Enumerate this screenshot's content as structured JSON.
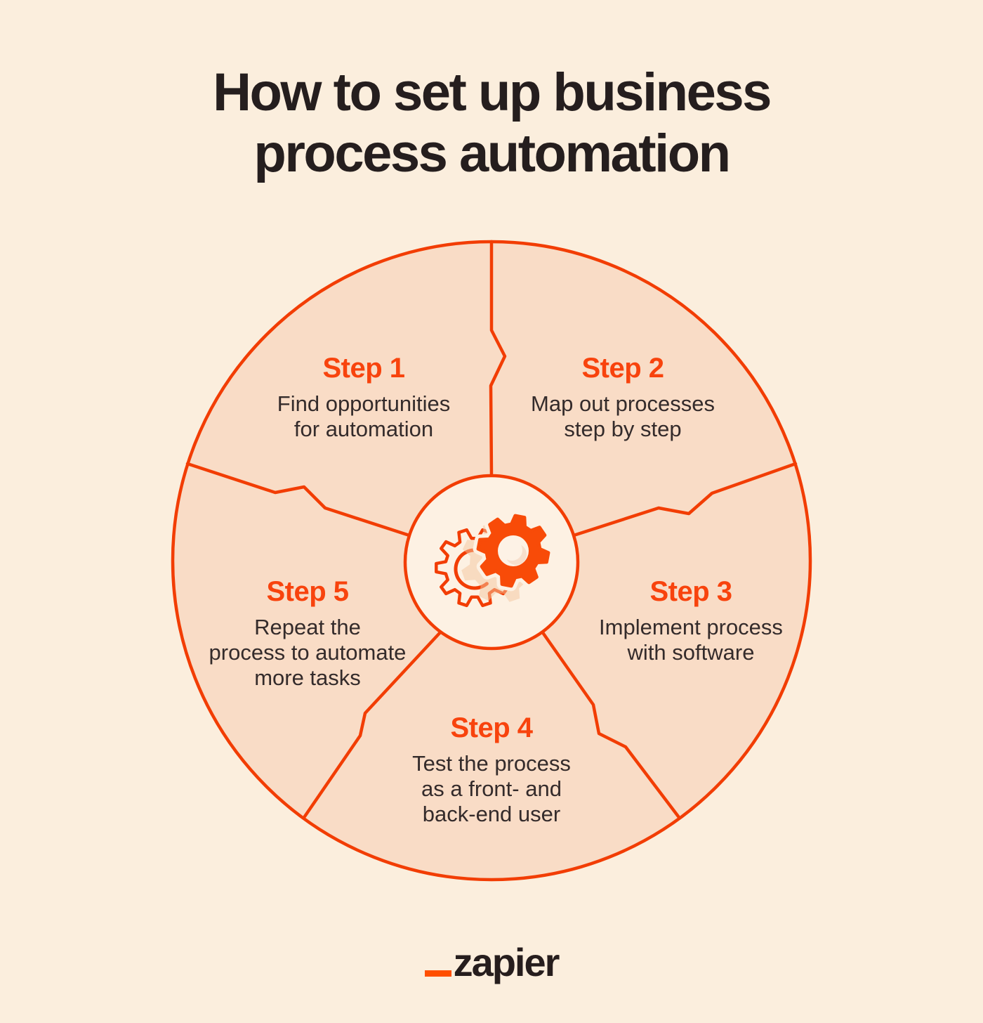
{
  "title": "How to set up business\nprocess automation",
  "steps": [
    {
      "label": "Step 1",
      "description": "Find opportunities\nfor automation"
    },
    {
      "label": "Step 2",
      "description": "Map out processes\nstep by step"
    },
    {
      "label": "Step 3",
      "description": "Implement process\nwith software"
    },
    {
      "label": "Step 4",
      "description": "Test the process\nas a front- and\nback-end user"
    },
    {
      "label": "Step 5",
      "description": "Repeat the\nprocess to automate\nmore tasks"
    }
  ],
  "footer": {
    "logo_text": "zapier"
  },
  "icons": {
    "center": "gears-icon"
  },
  "colors": {
    "page_background": "#fbeedd",
    "segment_fill": "#f9dcc6",
    "center_fill": "#fdf1e3",
    "line_orange": "#f23d04",
    "gear_orange": "#f84b08",
    "heading_orange": "#f8430d",
    "brand_orange": "#ff4f00",
    "text_dark": "#251e1e"
  }
}
